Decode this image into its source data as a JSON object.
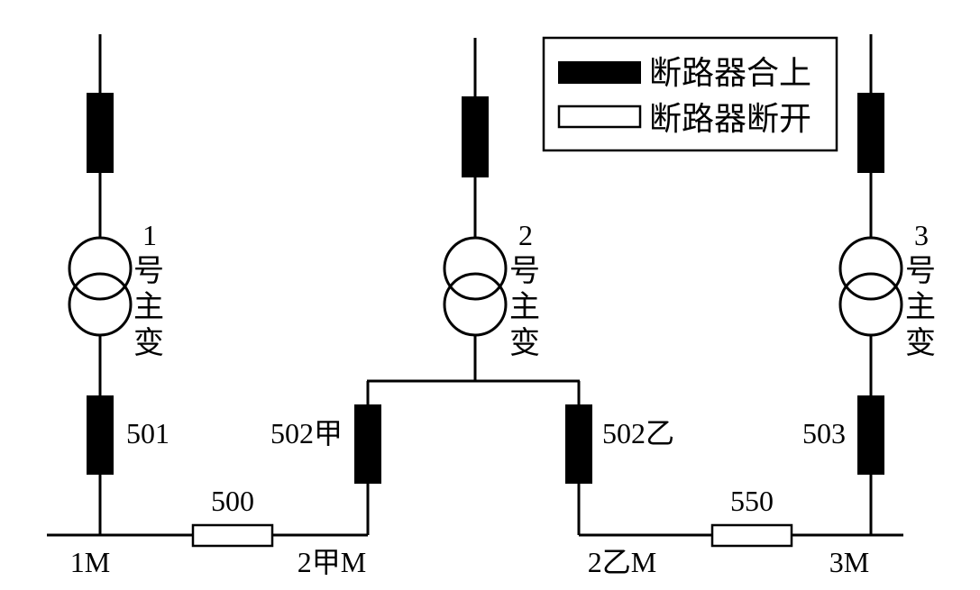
{
  "legend": {
    "closed_label": "断路器合上",
    "open_label": "断路器断开"
  },
  "transformers": [
    {
      "id": "T1",
      "number": "1",
      "name_chars": [
        "号",
        "主",
        "变"
      ]
    },
    {
      "id": "T2",
      "number": "2",
      "name_chars": [
        "号",
        "主",
        "变"
      ]
    },
    {
      "id": "T3",
      "number": "3",
      "name_chars": [
        "号",
        "主",
        "变"
      ]
    }
  ],
  "breakers": {
    "b501": {
      "label": "501",
      "state": "closed"
    },
    "b502a": {
      "label": "502甲",
      "state": "closed"
    },
    "b502b": {
      "label": "502乙",
      "state": "closed"
    },
    "b503": {
      "label": "503",
      "state": "closed"
    },
    "b500": {
      "label": "500",
      "state": "open"
    },
    "b550": {
      "label": "550",
      "state": "open"
    }
  },
  "buses": {
    "m1": "1M",
    "m2a": "2甲M",
    "m2b": "2乙M",
    "m3": "3M"
  },
  "colors": {
    "line": "#000000",
    "background": "#ffffff"
  }
}
